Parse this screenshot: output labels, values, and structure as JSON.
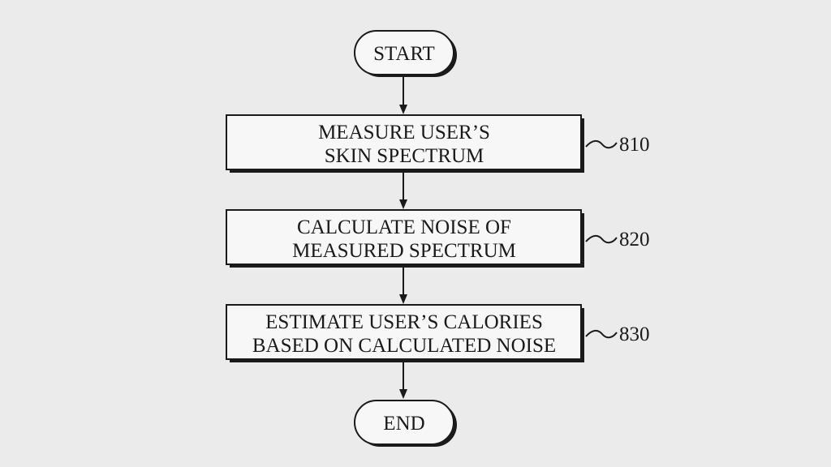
{
  "flowchart": {
    "start": "START",
    "end": "END",
    "steps": [
      {
        "line1": "MEASURE USER’S",
        "line2": "SKIN SPECTRUM",
        "ref": "810"
      },
      {
        "line1": "CALCULATE NOISE OF",
        "line2": "MEASURED SPECTRUM",
        "ref": "820"
      },
      {
        "line1": "ESTIMATE USER’S CALORIES",
        "line2": "BASED ON CALCULATED NOISE",
        "ref": "830"
      }
    ]
  }
}
